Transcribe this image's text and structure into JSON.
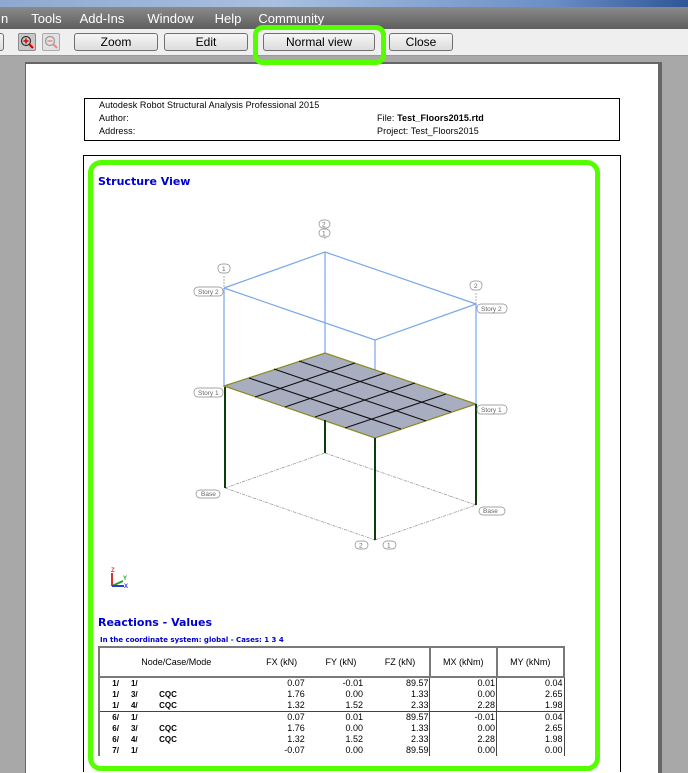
{
  "window": {
    "title_fragment": "",
    "menu": [
      "n",
      "Tools",
      "Add-Ins",
      "Window",
      "Help",
      "Community"
    ]
  },
  "toolbar": {
    "zoom_in_icon": "zoom-in-icon",
    "zoom_out_icon": "zoom-out-icon",
    "zoom_label": "Zoom",
    "edit_label": "Edit",
    "normal_view_label": "Normal view",
    "close_label": "Close"
  },
  "highlight_color": "#55ff00",
  "header": {
    "product": "Autodesk Robot Structural Analysis Professional 2015",
    "author_label": "Author:",
    "address_label": "Address:",
    "file_label": "File:",
    "file_value": "Test_Floors2015.rtd",
    "project_label": "Project:",
    "project_value": "Test_Floors2015"
  },
  "structure_view": {
    "title": "Structure View",
    "labels": {
      "story2_left": "Story 2",
      "story2_right": "Story 2",
      "story1_left": "Story 1",
      "story1_right": "Story 1",
      "base_left": "Base",
      "base_right": "Base",
      "axis_top_2": "2",
      "axis_top_1": "1",
      "axis_left_1": "1",
      "axis_right_2": "2",
      "axis_bottom_2": "2",
      "axis_bottom_1": "1"
    },
    "axes_triad": {
      "z": "Z",
      "y": "Y",
      "x": "X"
    }
  },
  "reactions": {
    "title": "Reactions - Values",
    "subtitle": "In the coordinate system: global - Cases:  1 3 4",
    "columns": [
      "Node/Case/Mode",
      "FX (kN)",
      "FY (kN)",
      "FZ (kN)",
      "MX (kNm)",
      "MY (kNm)"
    ],
    "rows": [
      {
        "node": "1/",
        "case": "1/",
        "mode": "",
        "fx": "0.07",
        "fy": "-0.01",
        "fz": "89.57",
        "mx": "0.01",
        "my": "0.04"
      },
      {
        "node": "1/",
        "case": "3/",
        "mode": "CQC",
        "fx": "1.76",
        "fy": "0.00",
        "fz": "1.33",
        "mx": "0.00",
        "my": "2.65"
      },
      {
        "node": "1/",
        "case": "4/",
        "mode": "CQC",
        "fx": "1.32",
        "fy": "1.52",
        "fz": "2.33",
        "mx": "2.28",
        "my": "1.98"
      },
      {
        "node": "6/",
        "case": "1/",
        "mode": "",
        "fx": "0.07",
        "fy": "0.01",
        "fz": "89.57",
        "mx": "-0.01",
        "my": "0.04"
      },
      {
        "node": "6/",
        "case": "3/",
        "mode": "CQC",
        "fx": "1.76",
        "fy": "0.00",
        "fz": "1.33",
        "mx": "0.00",
        "my": "2.65"
      },
      {
        "node": "6/",
        "case": "4/",
        "mode": "CQC",
        "fx": "1.32",
        "fy": "1.52",
        "fz": "2.33",
        "mx": "2.28",
        "my": "1.98"
      },
      {
        "node": "7/",
        "case": "1/",
        "mode": "",
        "fx": "-0.07",
        "fy": "0.00",
        "fz": "89.59",
        "mx": "0.00",
        "my": "0.00"
      }
    ]
  }
}
